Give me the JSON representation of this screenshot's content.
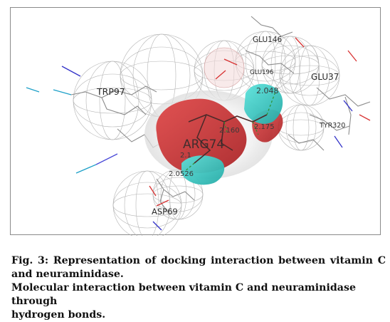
{
  "figure": {
    "residues": {
      "glu146": "GLU146",
      "glu196": "GLU196",
      "glu37": "GLU37",
      "trp97": "TRP97",
      "tyr320": "TYR320",
      "arg74": "ARG74",
      "asp69": "ASP69"
    },
    "distances": {
      "d1": "2.048",
      "d2": "2.160",
      "d3": "2.175",
      "d4": "2.1",
      "d5": "2.0526"
    },
    "colors": {
      "surface_red": "#cc2b2b",
      "surface_cyan": "#3ccfc8",
      "mesh": "#b4b4b4",
      "frame_border": "#8a8a8a"
    }
  },
  "caption": {
    "line1": "Fig. 3: Representation of docking interaction between vitamin C",
    "line2": "and neuraminidase.",
    "line3": "Molecular interaction between vitamin C and neuraminidase through",
    "line4": "hydrogen bonds."
  }
}
